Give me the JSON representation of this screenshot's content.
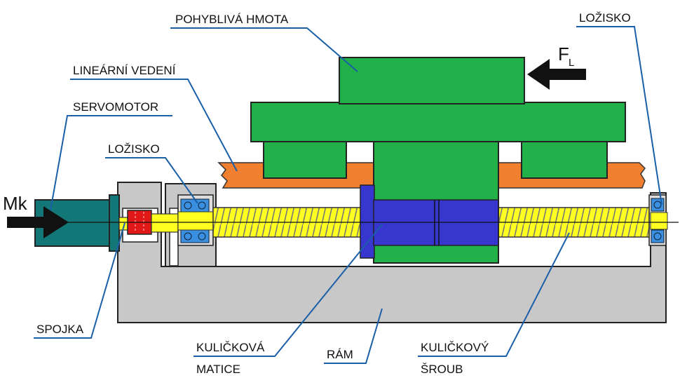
{
  "labels": {
    "moving_mass": "POHYBLIVÁ HMOTA",
    "bearing_right": "LOŽISKO",
    "linear_guide": "LINEÁRNÍ VEDENÍ",
    "servomotor": "SERVOMOTOR",
    "bearing_left": "LOŽISKO",
    "coupling": "SPOJKA",
    "ball_nut_line1": "KULIČKOVÁ",
    "ball_nut_line2": "MATICE",
    "frame": "RÁM",
    "ball_screw_line1": "KULIČKOVÝ",
    "ball_screw_line2": "ŠROUB",
    "torque": "Mk",
    "force_main": "F",
    "force_sub": "L"
  },
  "colors": {
    "green": "#22b04b",
    "frame_gray": "#c8c8c8",
    "teal": "#137777",
    "orange": "#f08030",
    "yellow": "#ffff22",
    "blue": "#3737d0",
    "red": "#e01818",
    "bearing_blue": "#3a8fe0",
    "leader": "#1a5fa8"
  }
}
